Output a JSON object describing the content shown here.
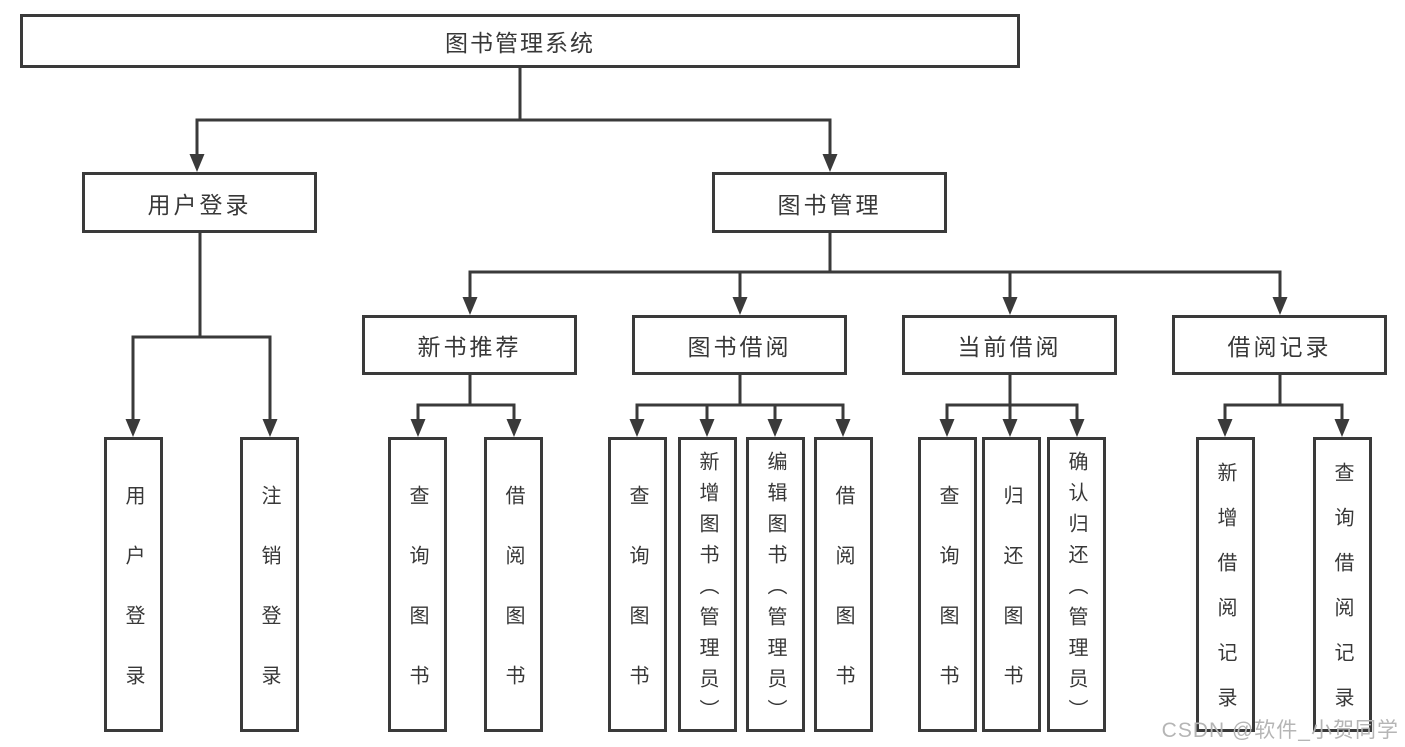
{
  "diagram_type": "hierarchy-tree",
  "tree": {
    "root": {
      "label": "图书管理系统",
      "children": [
        {
          "label": "用户登录",
          "children": [
            {
              "label": "用户登录"
            },
            {
              "label": "注销登录"
            }
          ]
        },
        {
          "label": "图书管理",
          "children": [
            {
              "label": "新书推荐",
              "children": [
                {
                  "label": "查询图书"
                },
                {
                  "label": "借阅图书"
                }
              ]
            },
            {
              "label": "图书借阅",
              "children": [
                {
                  "label": "查询图书"
                },
                {
                  "label": "新增图书（管理员）"
                },
                {
                  "label": "编辑图书（管理员）"
                },
                {
                  "label": "借阅图书"
                }
              ]
            },
            {
              "label": "当前借阅",
              "children": [
                {
                  "label": "查询图书"
                },
                {
                  "label": "归还图书"
                },
                {
                  "label": "确认归还（管理员）"
                }
              ]
            },
            {
              "label": "借阅记录",
              "children": [
                {
                  "label": "新增借阅记录"
                },
                {
                  "label": "查询借阅记录"
                }
              ]
            }
          ]
        }
      ]
    }
  },
  "watermark": "CSDN @软件_小贺同学",
  "colors": {
    "line": "#3a3a3a",
    "box_border": "#3a3a3a",
    "box_background": "#ffffff",
    "text": "#383838",
    "watermark": "#b5b5b5"
  }
}
